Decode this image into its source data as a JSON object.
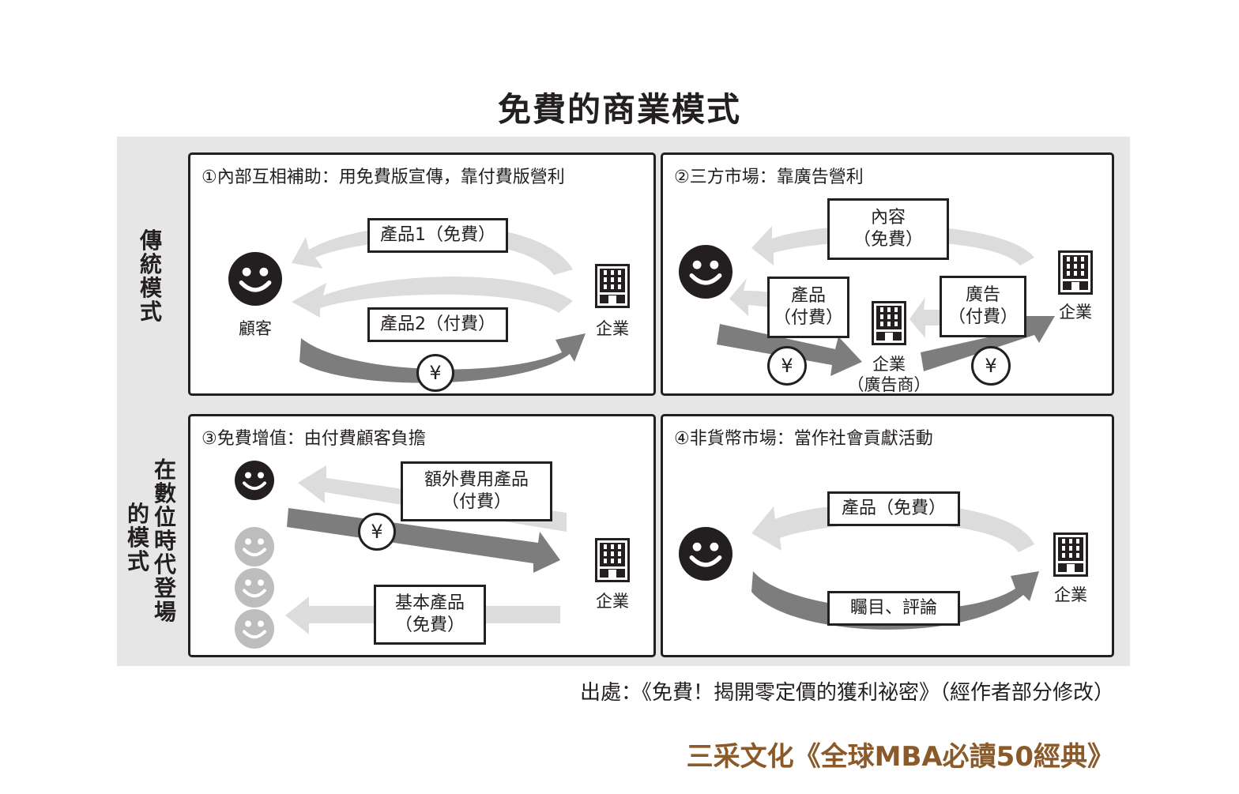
{
  "title": "免費的商業模式",
  "row_labels": {
    "traditional": "傳統模式",
    "digital_col1": "在數位時代登場",
    "digital_col2": "的模式"
  },
  "panels": [
    {
      "title": "①內部互相補助：用免費版宣傳，靠付費版營利",
      "box_top": "產品1（免費）",
      "box_bottom": "產品2（付費）",
      "customer": "顧客",
      "company": "企業",
      "yen": "¥"
    },
    {
      "title": "②三方市場：靠廣告營利",
      "content_line1": "內容",
      "content_line2": "（免費）",
      "product_line1": "產品",
      "product_line2": "（付費）",
      "ad_line1": "廣告",
      "ad_line2": "（付費）",
      "middle_company_line1": "企業",
      "middle_company_line2": "（廣告商）",
      "company": "企業",
      "yen": "¥"
    },
    {
      "title": "③免費增值：由付費顧客負擔",
      "extra_line1": "額外費用產品",
      "extra_line2": "（付費）",
      "basic_line1": "基本產品",
      "basic_line2": "（免費）",
      "company": "企業",
      "yen": "¥"
    },
    {
      "title": "④非貨幣市場：當作社會貢獻活動",
      "box_top": "產品（免費）",
      "box_bottom": "矚目、評論",
      "company": "企業"
    }
  ],
  "source": "出處：《免費！揭開零定價的獲利祕密》（經作者部分修改）",
  "credit": "三采文化《全球MBA必讀50經典》",
  "colors": {
    "dark": "#231f20",
    "arrow_light": "#dcdcdc",
    "arrow_dark": "#7d7d7d",
    "face_light": "#bdbdbd",
    "band": "#e6e6e6",
    "credit": "#8a5a2a"
  }
}
